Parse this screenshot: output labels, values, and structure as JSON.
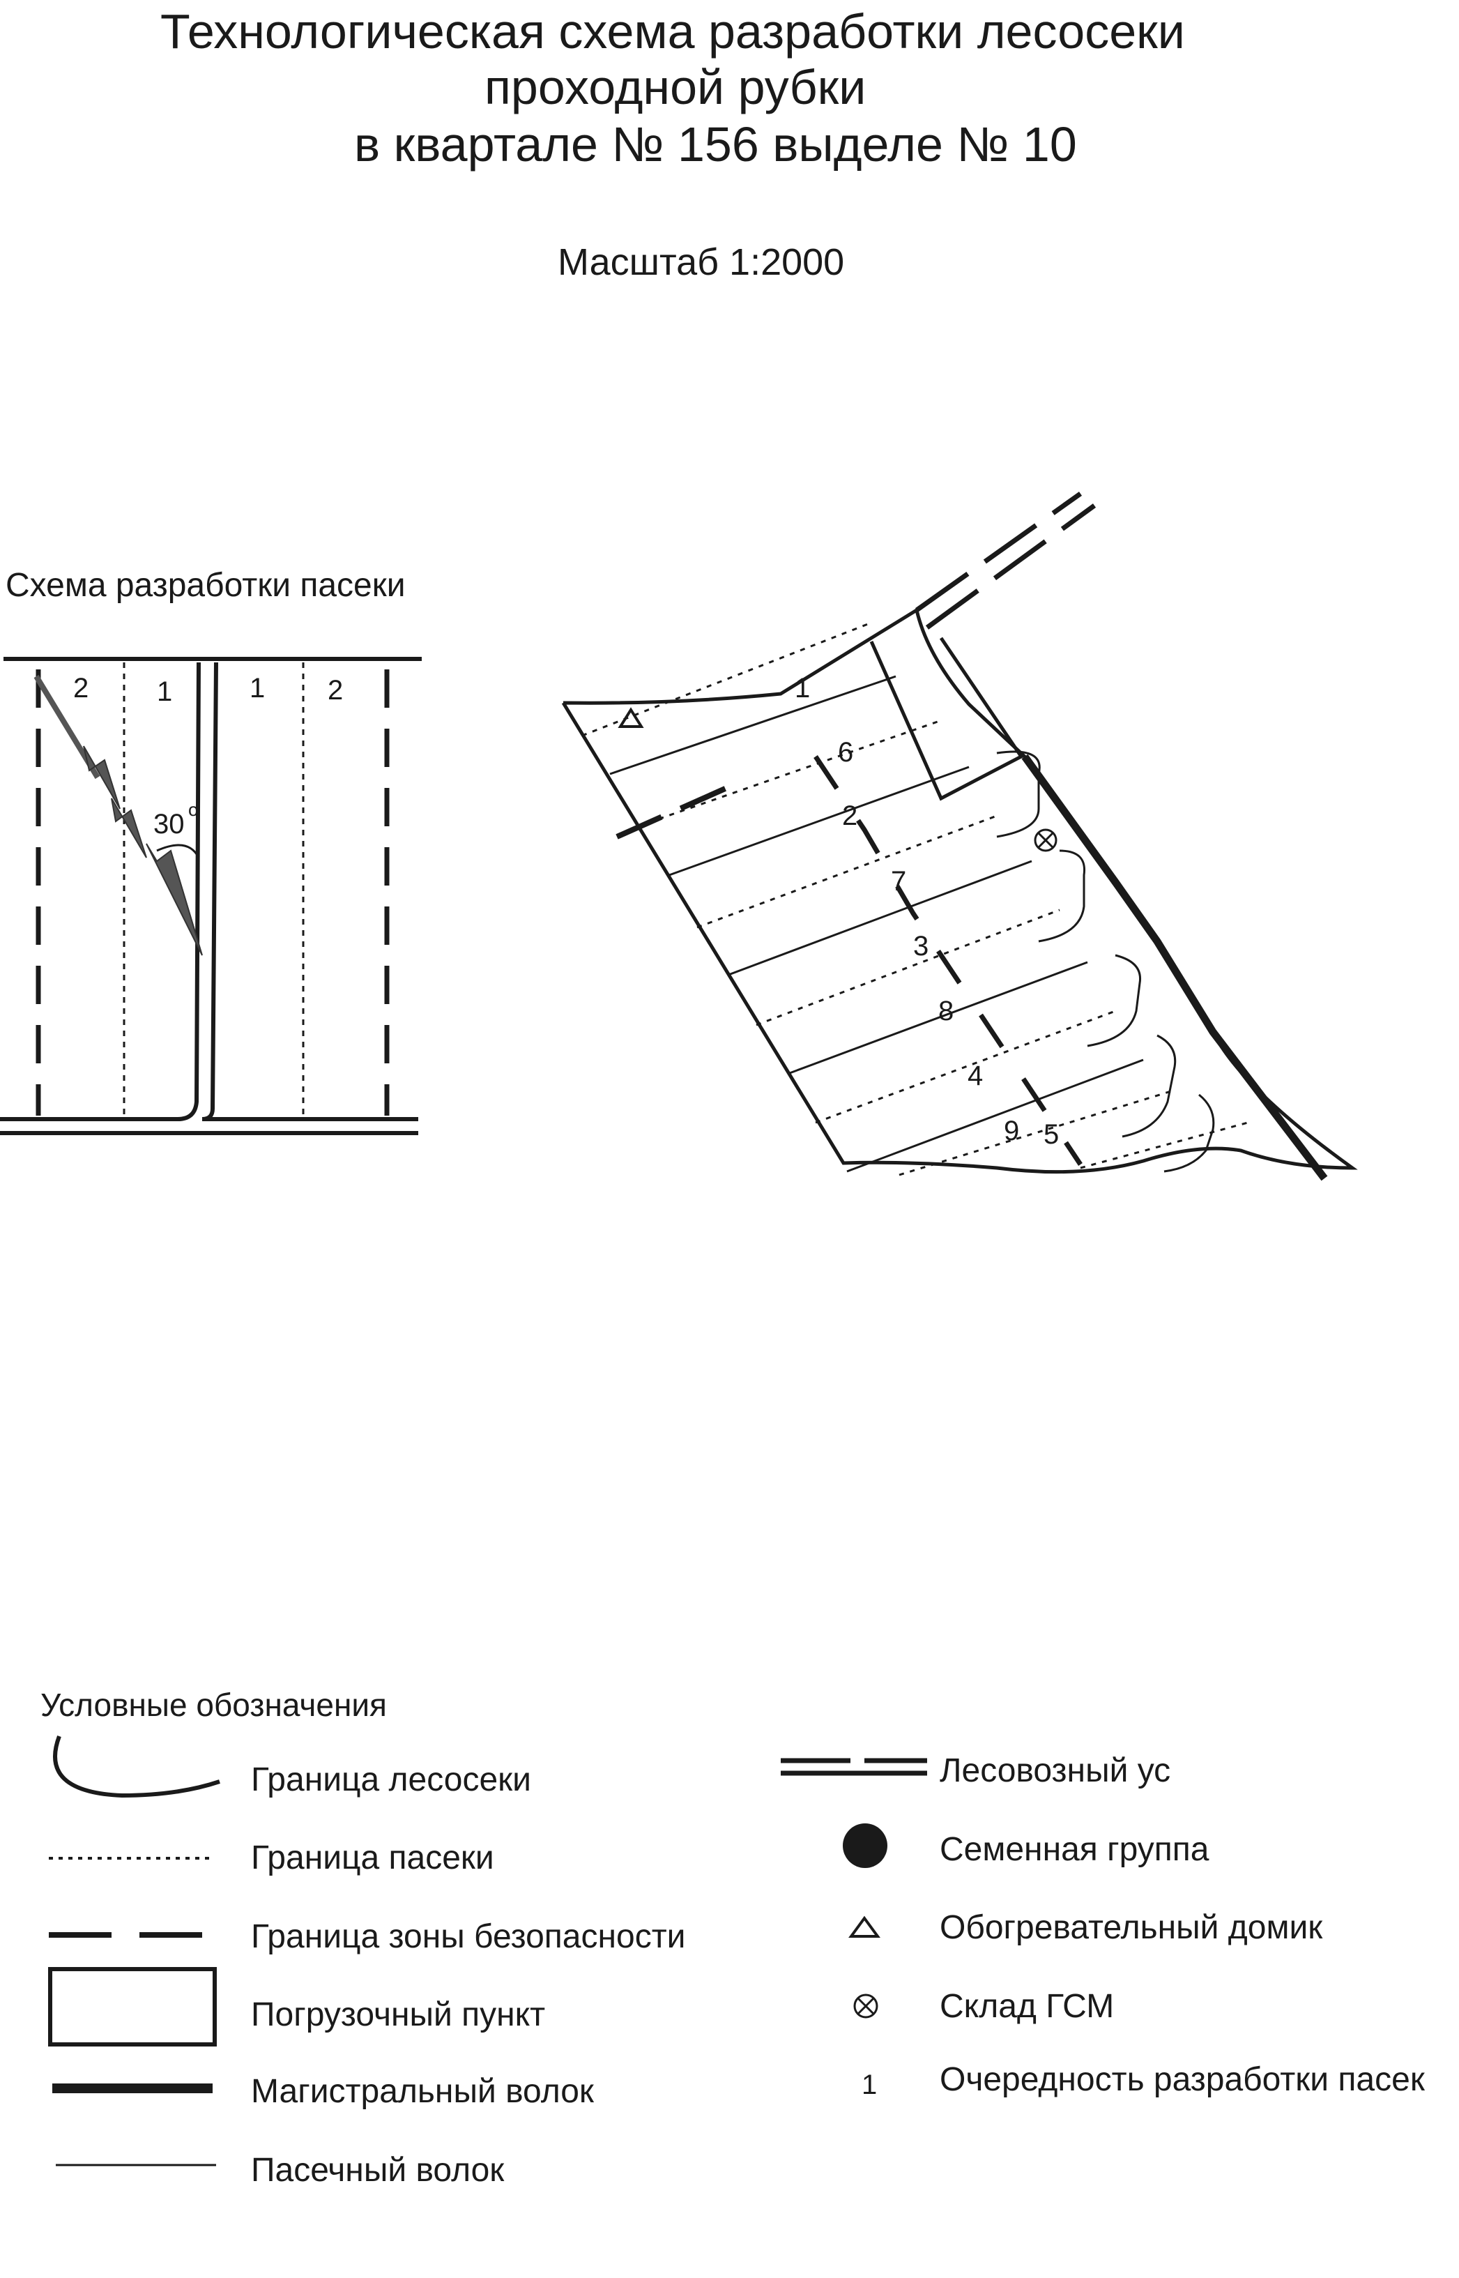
{
  "title": {
    "line1": "Технологическая схема разработки лесосеки",
    "line2": "проходной  рубки",
    "line3": "в квартале № 156 выделе № 10"
  },
  "scale": "Масштаб 1:2000",
  "pasek_scheme": {
    "title": "Схема разработки пасеки",
    "zone_labels": [
      "2",
      "1",
      "1",
      "2"
    ],
    "angle_label": "30",
    "degree_mark": "o"
  },
  "plot": {
    "strip_numbers": [
      "1",
      "6",
      "2",
      "7",
      "3",
      "8",
      "4",
      "9",
      "5"
    ]
  },
  "legend": {
    "title": "Условные обозначения",
    "left": [
      {
        "label": "Граница лесосеки",
        "icon": "boundary-curve-icon"
      },
      {
        "label": "Граница пасеки",
        "icon": "dotted-line-icon"
      },
      {
        "label": "Граница зоны безопасности",
        "icon": "dashed-line-icon"
      },
      {
        "label": "Погрузочный пункт",
        "icon": "rectangle-icon"
      },
      {
        "label": "Магистральный волок",
        "icon": "thick-line-icon"
      },
      {
        "label": "Пасечный волок",
        "icon": "thin-line-icon"
      }
    ],
    "right": [
      {
        "label": "Лесовозный ус",
        "icon": "double-dashed-line-icon"
      },
      {
        "label": "Семенная группа",
        "icon": "filled-circle-icon"
      },
      {
        "label": "Обогревательный домик",
        "icon": "triangle-icon"
      },
      {
        "label": "Склад ГСМ",
        "icon": "circle-cross-icon"
      },
      {
        "label": "Очередность разработки пасек",
        "icon": "number-icon",
        "symbol": "1"
      }
    ]
  }
}
